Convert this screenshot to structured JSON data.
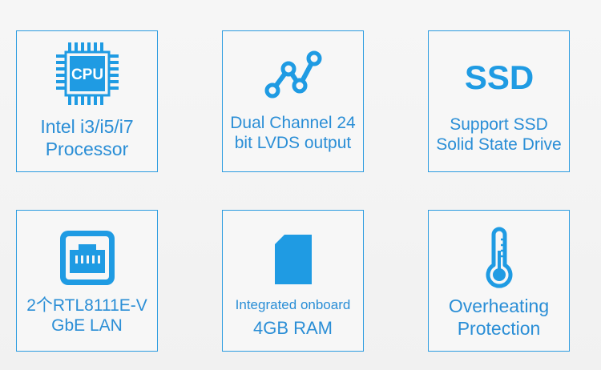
{
  "colors": {
    "accent": "#1f9be3",
    "text": "#2a8ed6",
    "border": "#2c9ce0",
    "background": "#f3f3f3"
  },
  "features": [
    {
      "icon": "cpu-chip-icon",
      "icon_text": "CPU",
      "lines": [
        "Intel i3/i5/i7",
        "Processor"
      ]
    },
    {
      "icon": "lvds-signal-icon",
      "lines": [
        "Dual Channel 24",
        "bit LVDS output"
      ]
    },
    {
      "icon": "ssd-icon",
      "icon_text": "SSD",
      "lines": [
        "Support SSD",
        "Solid State Drive"
      ]
    },
    {
      "icon": "ethernet-port-icon",
      "lines": [
        "2个RTL8111E-V",
        "GbE LAN"
      ]
    },
    {
      "icon": "memory-card-icon",
      "lines": [
        "Integrated onboard",
        "4GB RAM"
      ]
    },
    {
      "icon": "thermometer-icon",
      "lines": [
        "Overheating",
        "Protection"
      ]
    }
  ]
}
